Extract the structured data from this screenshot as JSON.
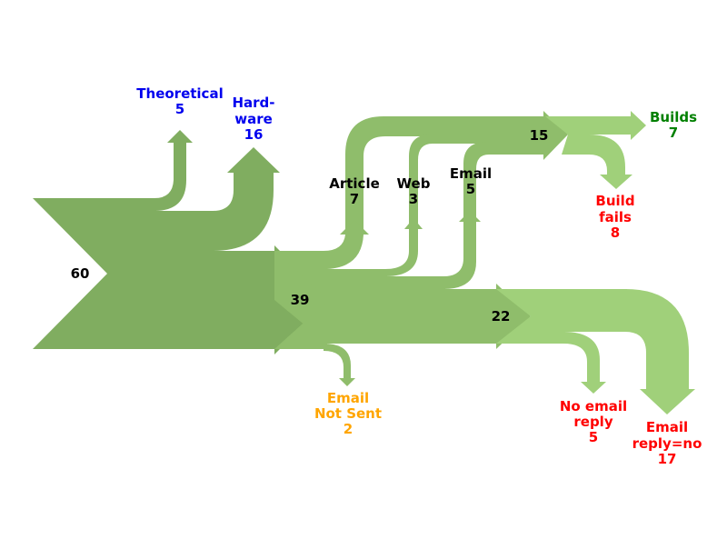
{
  "colors": {
    "flow_dark": "#80ad60",
    "flow_mid": "#8fbd6b",
    "flow_light": "#a0d07a",
    "label_blue": "#0000ee",
    "label_green": "#008000",
    "label_red": "#ff0000",
    "label_orange": "#ffa500",
    "label_black": "#000000"
  },
  "nodes": {
    "input": {
      "value": "60"
    },
    "second": {
      "value": "39"
    },
    "third": {
      "value": "22"
    },
    "fourth": {
      "value": "15"
    }
  },
  "outputs": {
    "theoretical": {
      "name": "Theoretical",
      "value": "5"
    },
    "hardware": {
      "name_line1": "Hard-",
      "name_line2": "ware",
      "value": "16"
    },
    "article": {
      "name": "Article",
      "value": "7"
    },
    "web": {
      "name": "Web",
      "value": "3"
    },
    "email": {
      "name": "Email",
      "value": "5"
    },
    "builds": {
      "name": "Builds",
      "value": "7"
    },
    "build_fails": {
      "name_line1": "Build",
      "name_line2": "fails",
      "value": "8"
    },
    "email_not_sent": {
      "name_line1": "Email",
      "name_line2": "Not Sent",
      "value": "2"
    },
    "no_email_reply": {
      "name_line1": "No email",
      "name_line2": "reply",
      "value": "5"
    },
    "email_reply_no": {
      "name_line1": "Email",
      "name_line2": "reply=no",
      "value": "17"
    }
  }
}
